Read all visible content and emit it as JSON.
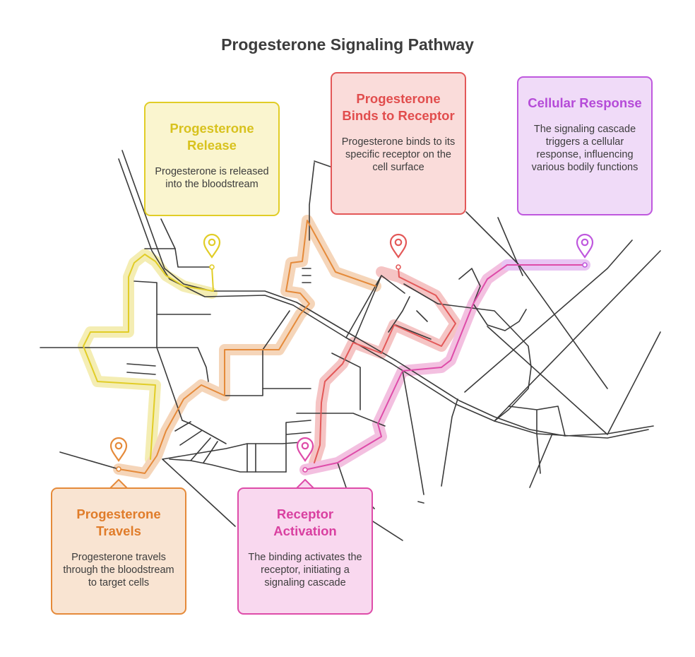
{
  "title": "Progesterone Signaling Pathway",
  "steps": {
    "release": {
      "heading": "Progesterone Release",
      "body": "Progesterone is released into the bloodstream",
      "color": "#e1cd27"
    },
    "travels": {
      "heading": "Progesterone Travels",
      "body": "Progesterone travels through the bloodstream to target cells",
      "color": "#e58a3a"
    },
    "binds": {
      "heading": "Progesterone Binds to Receptor",
      "body": "Progesterone binds to its specific receptor on the cell surface",
      "color": "#e35858"
    },
    "receptor": {
      "heading": "Receptor Activation",
      "body": "The binding activates the receptor, initiating a signaling cascade",
      "color": "#de4ca9"
    },
    "cellular": {
      "heading": "Cellular Response",
      "body": "The signaling cascade triggers a cellular response, influencing various bodily functions",
      "color": "#bf58de"
    }
  },
  "icons": {
    "pin": "map-pin-icon"
  }
}
